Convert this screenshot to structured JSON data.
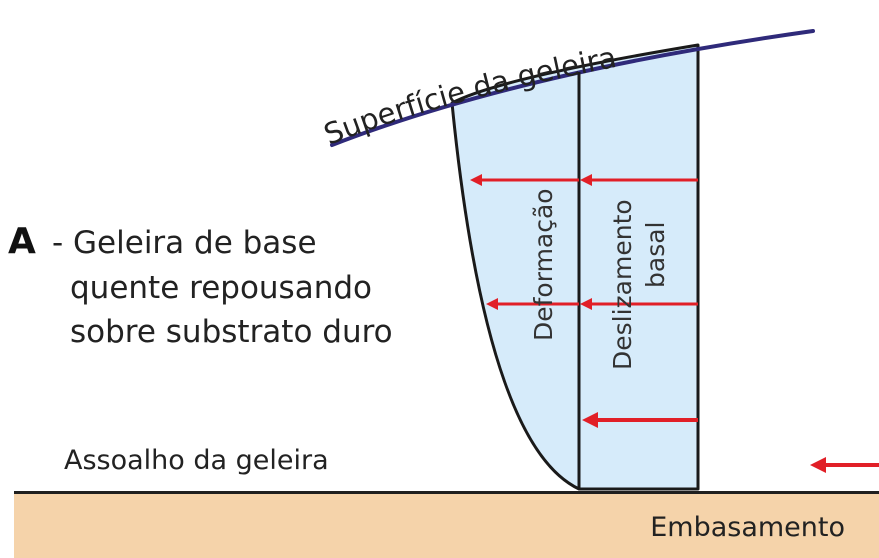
{
  "diagram": {
    "surface_label": "Superfície da geleira",
    "marker": "A",
    "caption_lines": [
      "- Geleira de base",
      "quente repousando",
      "sobre substrato duro"
    ],
    "deformation_label": "Deformação",
    "sliding_label_1": "Deslizamento",
    "sliding_label_2": "basal",
    "floor_label": "Assoalho da geleira",
    "bedrock_label": "Embasamento"
  },
  "colors": {
    "ice_fill": "#d6ebfa",
    "surface_line": "#2f2a7a",
    "arrow_red": "#e11f27",
    "bedrock_fill": "#f5d3aa",
    "outline": "#1a1a1a"
  }
}
